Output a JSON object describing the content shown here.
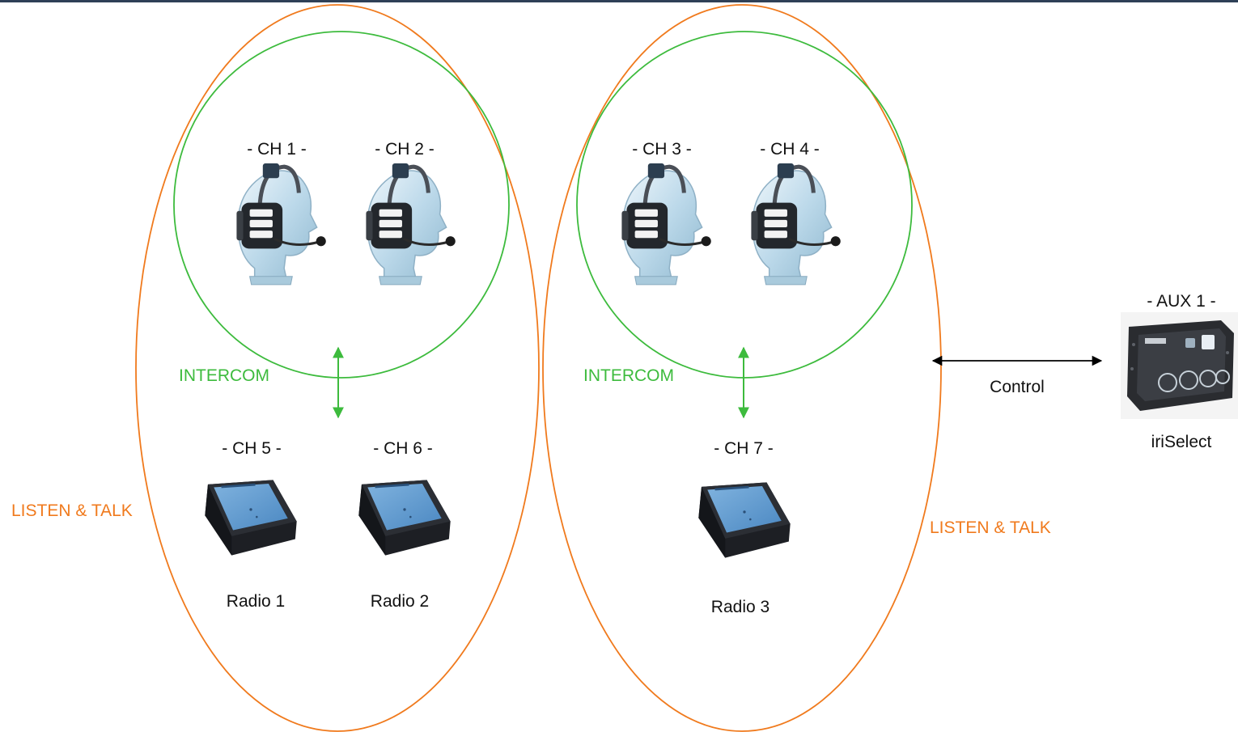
{
  "groups": [
    {
      "intercom_label": "INTERCOM",
      "listen_talk_label": "LISTEN & TALK",
      "headsets": [
        "- CH 1 -",
        "- CH 2 -"
      ],
      "radios": [
        {
          "channel": "- CH 5 -",
          "name": "Radio 1"
        },
        {
          "channel": "- CH 6 -",
          "name": "Radio 2"
        }
      ]
    },
    {
      "intercom_label": "INTERCOM",
      "listen_talk_label": "LISTEN & TALK",
      "headsets": [
        "- CH 3 -",
        "- CH 4 -"
      ],
      "radios": [
        {
          "channel": "- CH 7 -",
          "name": "Radio 3"
        }
      ]
    }
  ],
  "aux": {
    "channel": "- AUX 1 -",
    "name": "iriSelect",
    "control_label": "Control"
  },
  "colors": {
    "intercom": "#3dbb3d",
    "listen_talk": "#f07a1d",
    "control_arrow": "#000000",
    "header_bar": "#2e4057"
  },
  "icons": [
    "headset-on-head-icon",
    "radio-interface-box-icon",
    "iriselect-controller-icon"
  ]
}
